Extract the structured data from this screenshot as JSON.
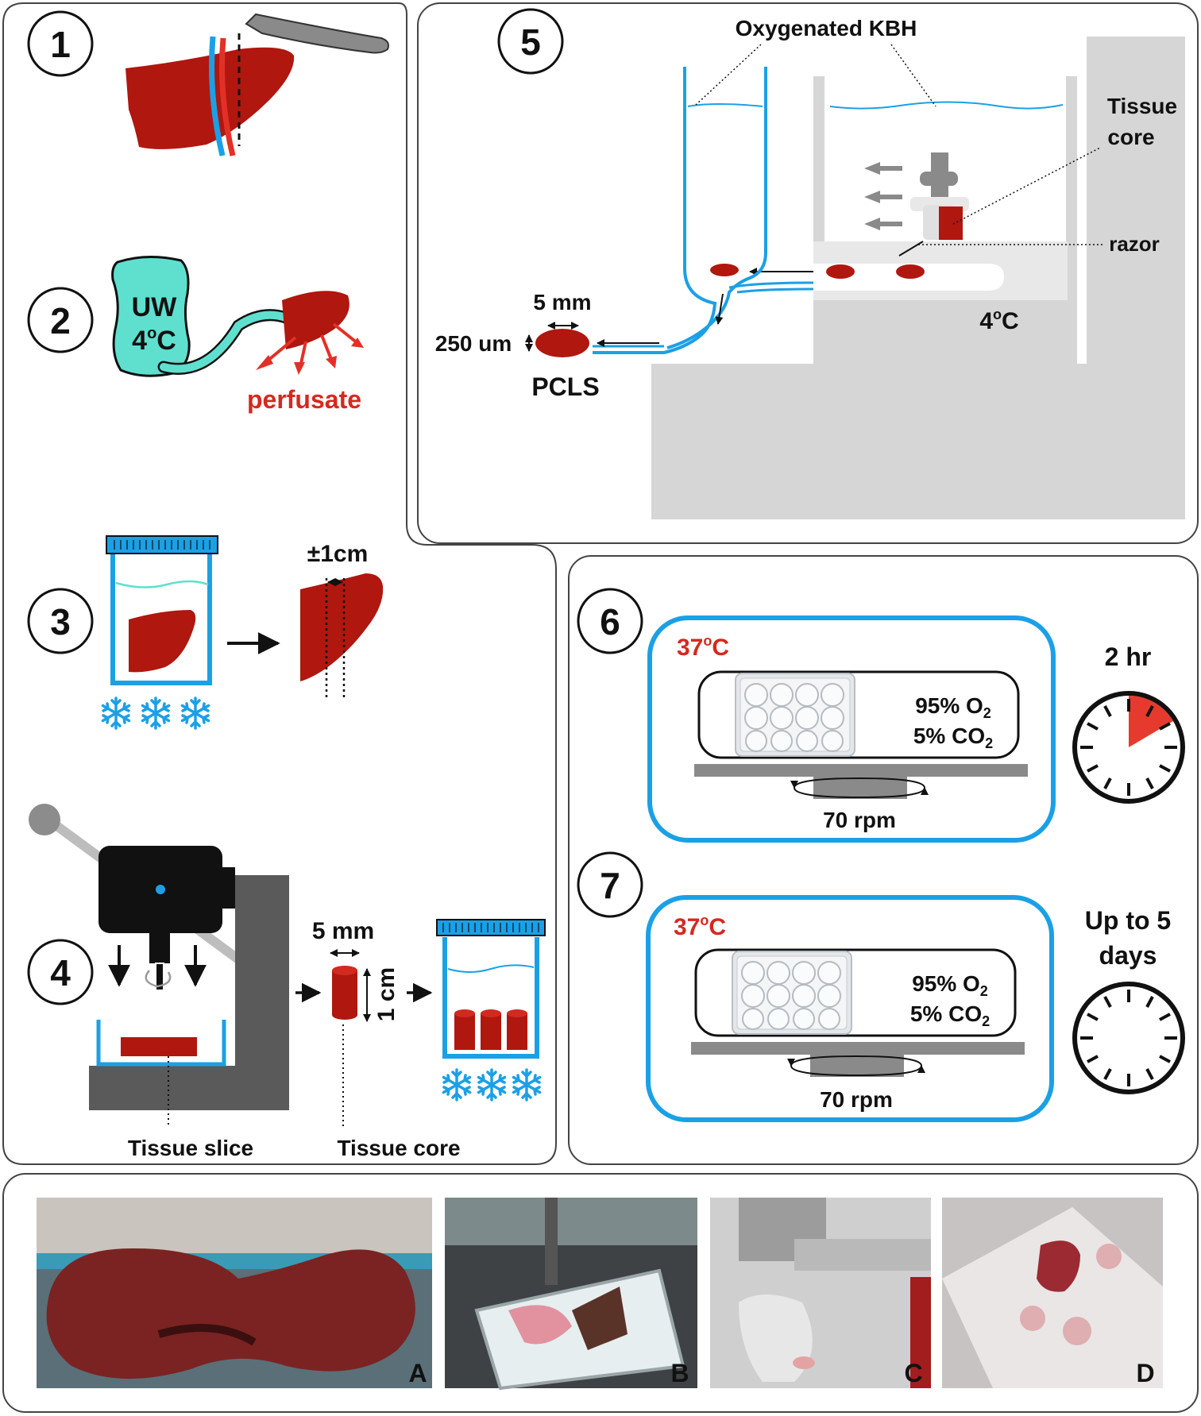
{
  "steps": {
    "s1": {
      "num": "1"
    },
    "s2": {
      "num": "2",
      "bag_line1": "UW",
      "bag_temp_num": "4",
      "bag_temp_deg": "o",
      "bag_temp_unit": "C",
      "perfusate": "perfusate"
    },
    "s3": {
      "num": "3",
      "width": "±1cm"
    },
    "s4": {
      "num": "4",
      "core_width": "5 mm",
      "core_height": "1 cm",
      "label_slice": "Tissue slice",
      "label_core": "Tissue core"
    },
    "s5": {
      "num": "5",
      "kbh": "Oxygenated KBH",
      "tissue_core_1": "Tissue",
      "tissue_core_2": "core",
      "razor": "razor",
      "temp_num": "4",
      "temp_deg": "o",
      "temp_unit": "C",
      "slice_width": "5 mm",
      "slice_thickness": "250 um",
      "pcls": "PCLS"
    },
    "s6": {
      "num": "6",
      "temp_num": "37",
      "temp_deg": "o",
      "temp_unit": "C",
      "o2": "95% O",
      "o2_sub": "2",
      "co2": "5% CO",
      "co2_sub": "2",
      "rpm": "70 rpm",
      "time": "2 hr"
    },
    "s7": {
      "num": "7",
      "temp_num": "37",
      "temp_deg": "o",
      "temp_unit": "C",
      "o2": "95% O",
      "o2_sub": "2",
      "co2": "5% CO",
      "co2_sub": "2",
      "rpm": "70 rpm",
      "time_1": "Up to 5",
      "time_2": "days"
    }
  },
  "photos": [
    {
      "letter": "A",
      "icon": "liver-photo"
    },
    {
      "letter": "B",
      "icon": "coring-photo"
    },
    {
      "letter": "C",
      "icon": "slicer-photo"
    },
    {
      "letter": "D",
      "icon": "pcls-photo"
    }
  ],
  "colors": {
    "liver": "#b0170f",
    "blue": "#1ba0e6",
    "red_text": "#d5291f",
    "gray": "#d6d6d6",
    "dark_gray": "#5a5a5a"
  }
}
